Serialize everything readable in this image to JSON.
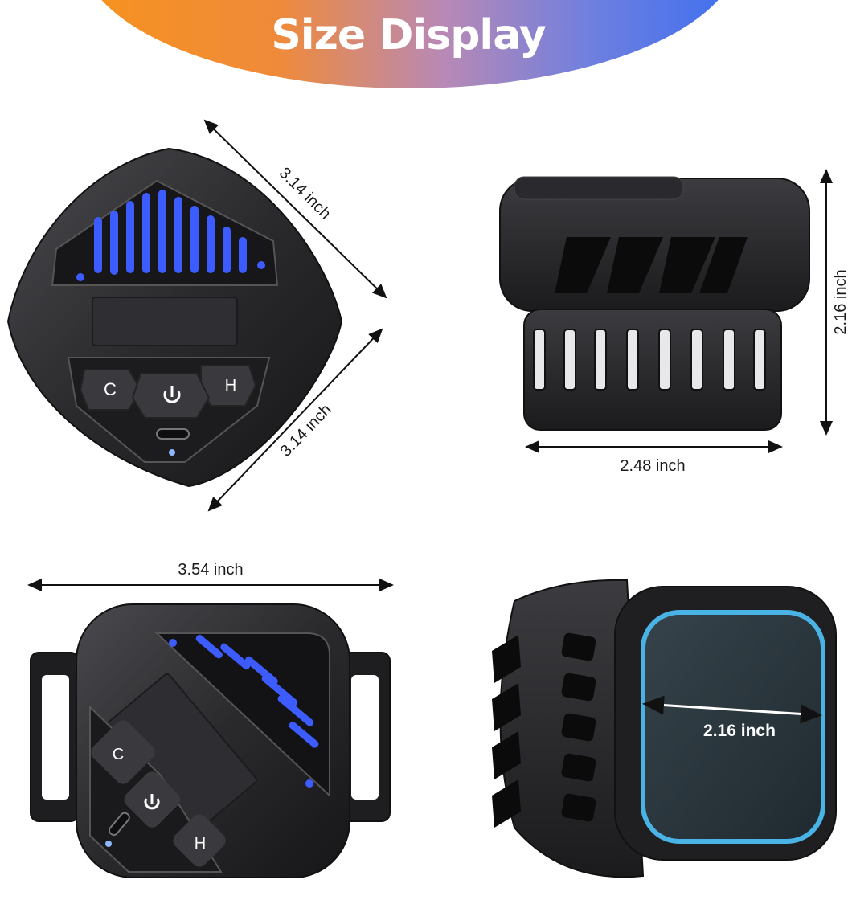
{
  "header": {
    "title": "Size Display"
  },
  "views": {
    "front": {
      "dim_top_right": "3.14 inch",
      "dim_bottom_right": "3.14 inch",
      "button_c": "C",
      "button_h": "H"
    },
    "side": {
      "dim_height": "2.16 inch",
      "dim_width": "2.48 inch"
    },
    "top": {
      "dim_width": "3.54 inch",
      "button_c": "C",
      "button_h": "H"
    },
    "back": {
      "dim_pad": "2.16 inch"
    }
  },
  "colors": {
    "device_body": "#2b2b2e",
    "vent_glow": "#3d5cff",
    "pad_ring": "#4ab3e6",
    "banner_start": "#f7931e",
    "banner_end": "#3e6ff0"
  }
}
